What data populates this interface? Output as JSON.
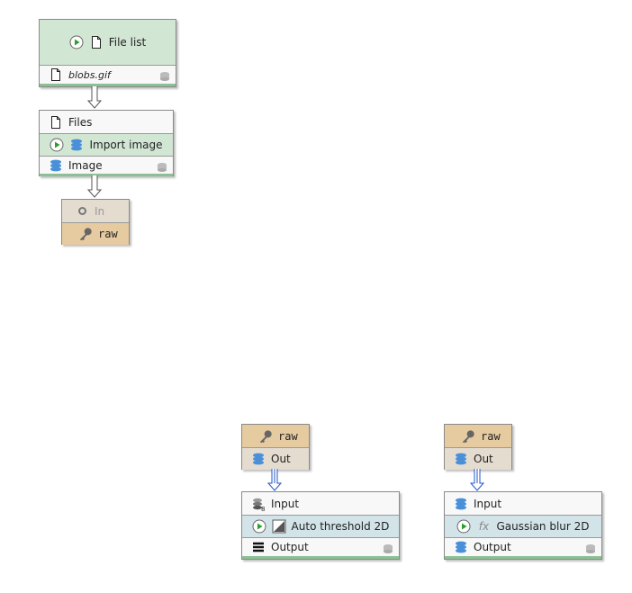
{
  "nodes": {
    "file_list": {
      "title": "File list",
      "output": "blobs.gif"
    },
    "import_image": {
      "input": "Files",
      "title": "Import image",
      "output": "Image"
    },
    "tunnel_in": {
      "input": "In",
      "name": "raw"
    },
    "tunnel_out_1": {
      "name": "raw",
      "output": "Out"
    },
    "auto_threshold": {
      "input": "Input",
      "title": "Auto threshold 2D",
      "output": "Output"
    },
    "tunnel_out_2": {
      "name": "raw",
      "output": "Out"
    },
    "gaussian_blur": {
      "input": "Input",
      "title": "Gaussian blur 2D",
      "output": "Output",
      "fx_glyph": "fx"
    }
  },
  "colors": {
    "algorithm": "#d2e6d4",
    "filter": "#d3e4e8",
    "tunnel": "#e6caa0",
    "play": "#2aa02a"
  }
}
